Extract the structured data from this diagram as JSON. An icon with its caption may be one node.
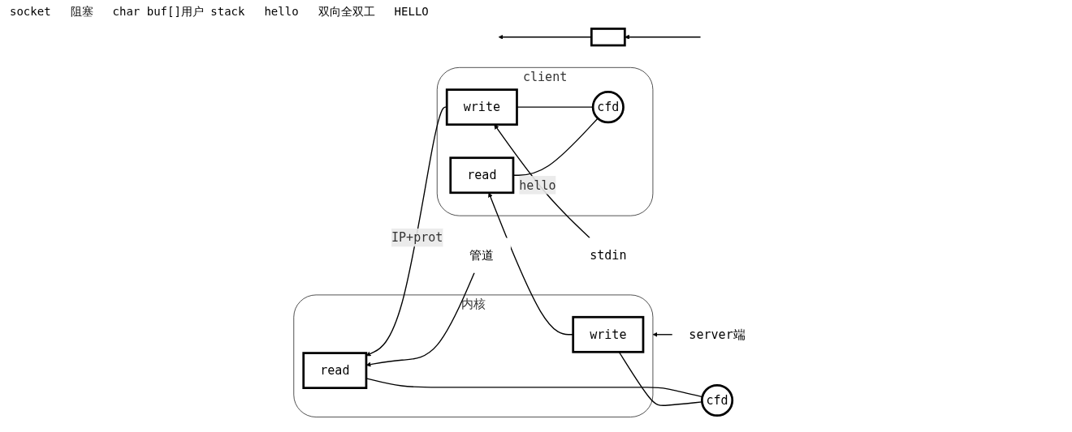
{
  "diagram": {
    "nodes": [
      {
        "text": [
          "内核"
        ]
      },
      {
        "text": [
          "read"
        ],
        "in": 0
      },
      {
        "text": [
          "write"
        ],
        "in": 0
      },
      {
        "text": [
          "cfd"
        ]
      },
      {
        "text": [
          "client"
        ]
      },
      {
        "text": [
          "write"
        ],
        "in": 4
      },
      {
        "text": [
          "read"
        ],
        "in": 4
      },
      {
        "text": [
          "cfd"
        ],
        "in": 4
      },
      {
        "text": [
          "stdin"
        ]
      },
      {
        "text": [
          "server端"
        ]
      },
      {
        "text": [
          "管道"
        ]
      },
      {
        "text": [],
        "shape": "box"
      }
    ],
    "edges": [
      {
        "from": 5,
        "to": 1,
        "arrow": "to",
        "label": "IP+prot"
      },
      {
        "from": 2,
        "to": 6,
        "arrow": "to"
      },
      {
        "from": 3,
        "to": 1,
        "arrow": "none"
      },
      {
        "from": 3,
        "to": 2,
        "arrow": "none"
      },
      {
        "from": 7,
        "to": 5,
        "arrow": "none"
      },
      {
        "from": 7,
        "to": 6,
        "arrow": "none"
      },
      {
        "from": 8,
        "to": 5,
        "arrow": "to",
        "label": "hello"
      },
      {
        "from": 9,
        "to": 0,
        "arrow": "to"
      },
      {
        "from": 10,
        "to": 1,
        "arrow": "to"
      },
      {
        "from": null,
        "to": 11,
        "arrow": "to"
      },
      {
        "from": 11,
        "to": null,
        "arrow": "to"
      }
    ],
    "labels": [
      "socket",
      "阻塞",
      "char buf[]用户 stack",
      "hello",
      "双向全双工",
      "HELLO"
    ]
  }
}
